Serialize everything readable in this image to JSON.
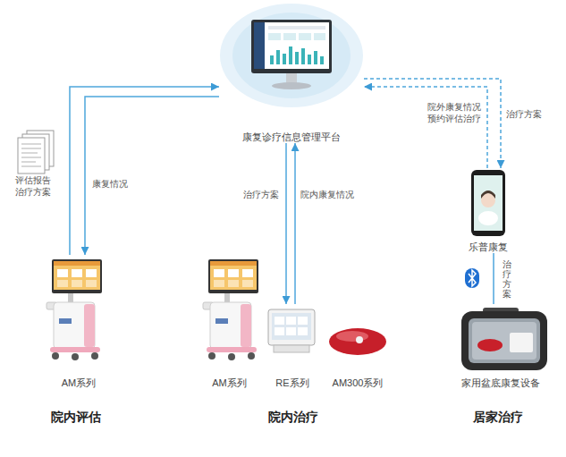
{
  "diagram": {
    "nodes": [
      {
        "text": [
          "康复诊疗信息管理平台"
        ]
      },
      {
        "text": [
          "AM系列"
        ]
      },
      {
        "text": [
          "AM系列"
        ]
      },
      {
        "text": [
          "RE系列"
        ]
      },
      {
        "text": [
          "AM300系列"
        ]
      },
      {
        "text": [
          "乐普康复"
        ]
      },
      {
        "text": [
          "家用盆底康复设备"
        ]
      }
    ],
    "edges": [
      {
        "from": 1,
        "to": 0,
        "arrow": "to",
        "label": "评估报告 治疗方案"
      },
      {
        "from": 0,
        "to": 1,
        "arrow": "to",
        "label": "康复情况"
      },
      {
        "from": 0,
        "to": 3,
        "arrow": "to",
        "label": "治疗方案"
      },
      {
        "from": 3,
        "to": 0,
        "arrow": "to",
        "label": "院内康复情况"
      },
      {
        "from": 5,
        "to": 0,
        "arrow": "to",
        "label": "院外康复情况 预约评估治疗"
      },
      {
        "from": 0,
        "to": 5,
        "arrow": "to",
        "label": "治疗方案"
      },
      {
        "from": 5,
        "to": 6,
        "arrow": "none",
        "label": "治疗方案"
      }
    ],
    "labels": [
      "院内评估",
      "院内治疗",
      "居家治疗"
    ]
  }
}
